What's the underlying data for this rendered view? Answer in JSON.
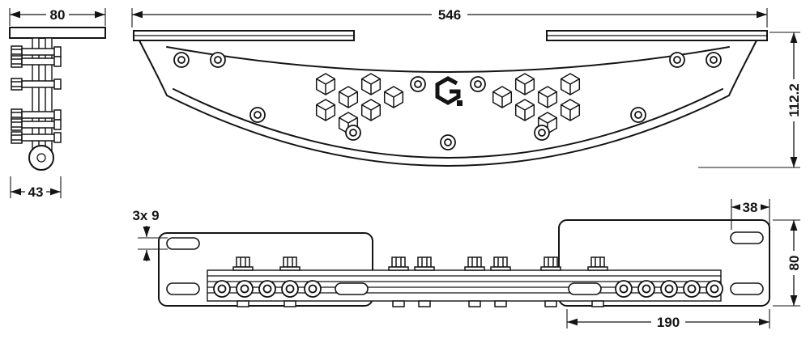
{
  "meta": {
    "type": "technical-drawing",
    "description": "Three-view dimensioned engineering drawing of a curved mounting bracket with hex-cube cutout pattern",
    "line_color": "#141414",
    "background_color": "#ffffff"
  },
  "dims": {
    "side_flange_width": "80",
    "side_body_depth": "43",
    "front_overall_width": "546",
    "front_overall_height": "112.2",
    "slot_callout": "3x 9",
    "plate_tab_width": "38",
    "plate_height": "80",
    "plate_hole_span": "190"
  },
  "icons": {
    "brand_logo": "hex-cube-brand-mark"
  }
}
